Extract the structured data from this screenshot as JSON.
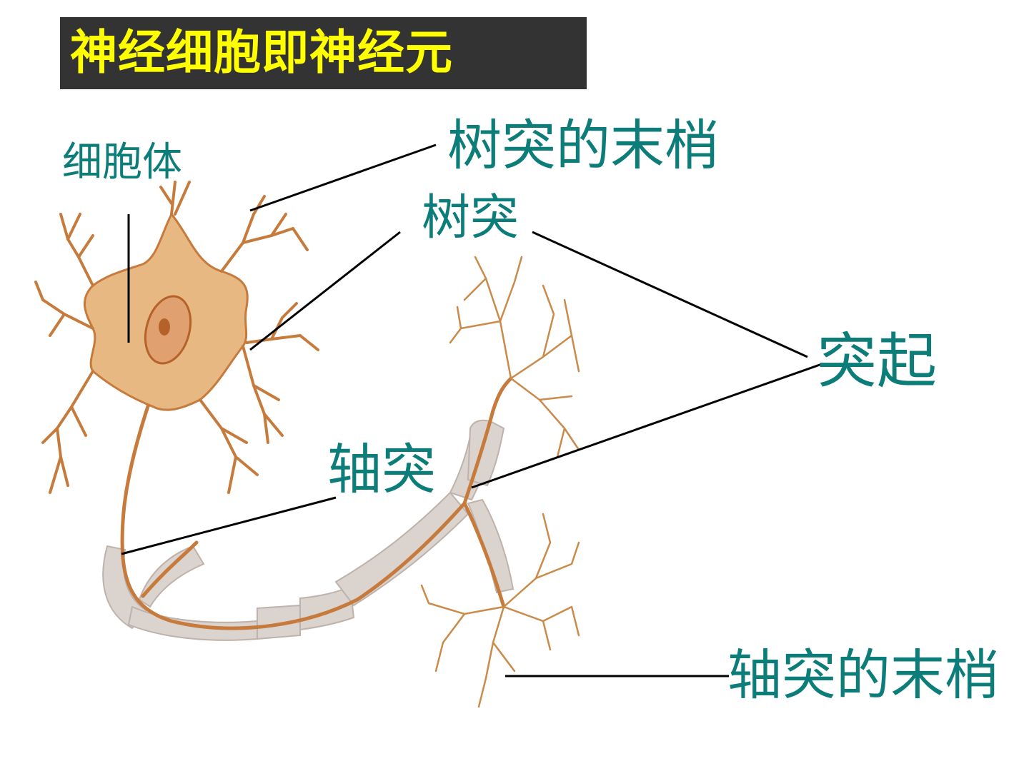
{
  "title": "神经细胞即神经元",
  "labels": {
    "cell_body": "细胞体",
    "dendrite_ending": "树突的末梢",
    "dendrite": "树突",
    "process": "突起",
    "axon": "轴突",
    "axon_ending": "轴突的末梢"
  },
  "colors": {
    "title_bg": "#333333",
    "title_text": "#ffff00",
    "label_text": "#0d7d7a",
    "neuron_fill": "#e8b882",
    "neuron_stroke": "#c67a3c",
    "myelin": "#d8cfc9",
    "leader_line": "#000000"
  }
}
